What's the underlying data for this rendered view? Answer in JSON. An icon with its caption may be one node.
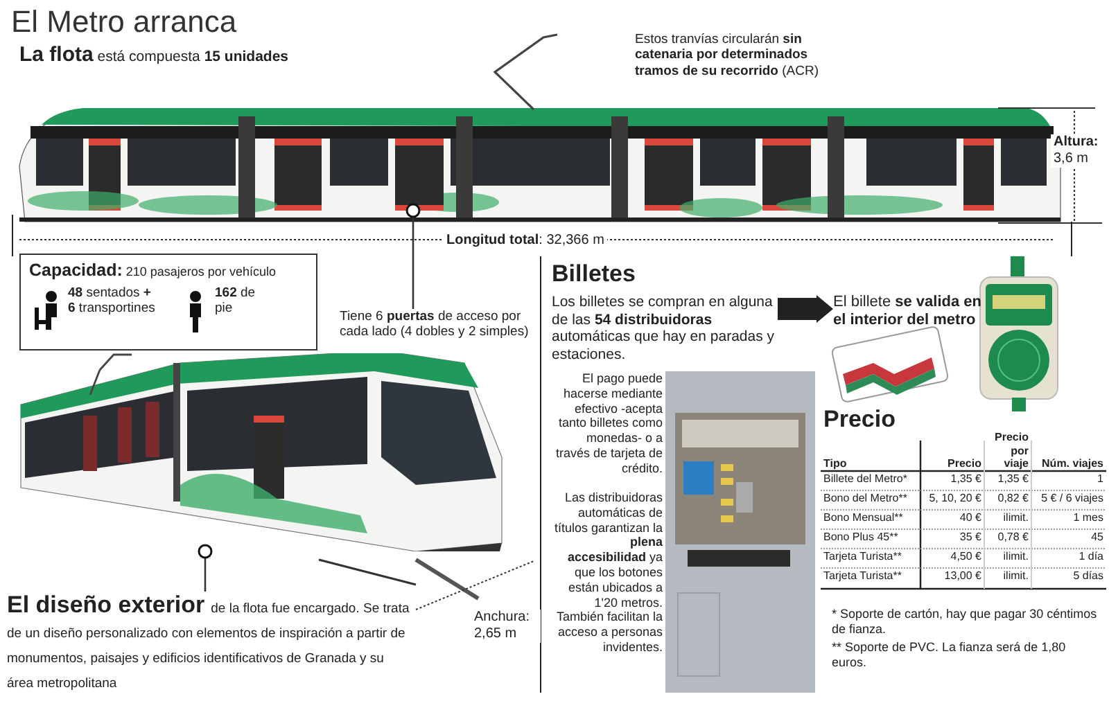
{
  "diagram": {
    "title": "El Metro arranca",
    "nodes": [
      {
        "text": [
          "**Capacidad:** 210 pasajeros por vehículo",
          "**48** sentados **+ 6** transportines",
          "**162** de pie"
        ]
      },
      {
        "text": [],
        "shape": "picture"
      },
      {
        "text": [
          "Tiene 6 **puertas** de acceso por cada lado (4 dobles y 2 simples)"
        ]
      },
      {
        "text": [],
        "shape": "picture"
      },
      {
        "text": [
          "El diseño exterior",
          "de la flota fue encargado. Se trata de un diseño personalizado con elementos de inspiración a partir de monumentos, paisajes y edificios identificativos de Granada y su área metropolitana"
        ]
      },
      {
        "text": [
          "Los billetes se compran en alguna de las **54 distribuidoras** automáticas que hay en paradas y estaciones."
        ]
      },
      {
        "text": [
          "El billete **se valida en el interior del metro**"
        ]
      }
    ],
    "edges": [
      {
        "from": 2,
        "to": 1,
        "arrow": "other"
      },
      {
        "from": 4,
        "to": 3,
        "arrow": "other"
      },
      {
        "from": 5,
        "to": 6,
        "arrow": "to",
        "style": "thick"
      }
    ],
    "labels": [
      "**La flota** está compuesta **15 unidades**",
      "Estos tranvías circularán **sin catenaria por determinados tramos de su recorrido** (ACR)",
      "**Altura:** 3,6 m",
      "**Longitud total**: 32,366 m",
      "Billetes",
      "El pago puede hacerse mediante efectivo -acepta tanto billetes como monedas- o a través de tarjeta de crédito.",
      "Las distribuidoras automáticas de títulos garantizan la **plena accesibilidad** ya que los botones están ubicados a 1'20 metros. También facilitan la acceso a personas invidentes.",
      "Anchura: 2,65 m",
      "Precio",
      "Tipo",
      "Precio",
      "Precio por viaje",
      "Núm. viajes",
      "Billete del Metro*",
      "1,35 €",
      "1,35 €",
      "1",
      "Bono del Metro**",
      "5, 10, 20 €",
      "0,82 €",
      "5 € / 6 viajes",
      "Bono Mensual**",
      "40 €",
      "ilimit.",
      "1 mes",
      "Bono Plus 45**",
      "35 €",
      "0,78 €",
      "45",
      "Tarjeta Turista**",
      "4,50 €",
      "ilimit.",
      "1 día",
      "Tarjeta Turista**",
      "13,00 €",
      "ilimit.",
      "5 días",
      "* Soporte de cartón, hay que pagar 30 céntimos de fianza.",
      "** Soporte de PVC. La fianza será de 1,80 euros."
    ]
  }
}
